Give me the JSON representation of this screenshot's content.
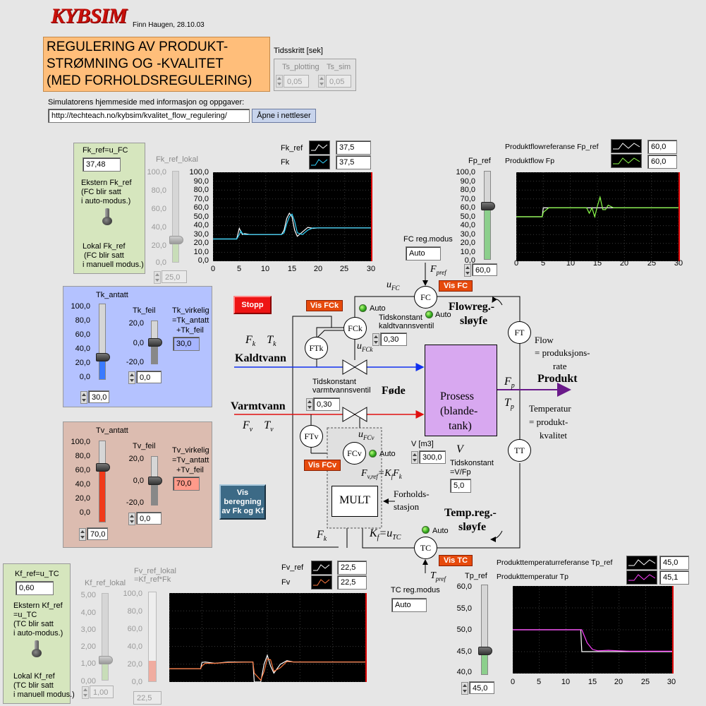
{
  "header": {
    "logo": "KYBSIM",
    "author_date": "Finn Haugen, 28.10.03",
    "title_line1": "REGULERING AV PRODUKT-",
    "title_line2": "STRØMNING OG -KVALITET",
    "title_line3": "(MED FORHOLDSREGULERING)",
    "tidsskritt_label": "Tidsskritt [sek]",
    "ts_plotting_label": "Ts_plotting",
    "ts_plotting_value": "0,05",
    "ts_sim_label": "Ts_sim",
    "ts_sim_value": "0,05",
    "homepage_label": "Simulatorens hjemmeside med informasjon og oppgaver:",
    "url": "http://techteach.no/kybsim/kvalitet_flow_regulering/",
    "open_button": "Åpne i nettleser"
  },
  "fk_panel": {
    "title": "Fk_ref=u_FC",
    "value": "37,48",
    "ext_text1": "Ekstern Fk_ref",
    "ext_text2": "(FC blir satt",
    "ext_text3": "i auto-modus.)",
    "lok_text1": "Lokal Fk_ref",
    "lok_text2": "(FC blir satt",
    "lok_text3": "i manuell modus.)",
    "lokal_label": "Fk_ref_lokal",
    "lokal_value": "25,0",
    "slider_ticks": [
      "100,0",
      "80,0",
      "60,0",
      "40,0",
      "20,0",
      "0,0"
    ]
  },
  "fk_chart": {
    "legend1": "Fk_ref",
    "legend1_value": "37,5",
    "legend2": "Fk",
    "legend2_value": "37,5",
    "yticks": [
      "100,0",
      "90,0",
      "80,0",
      "70,0",
      "60,0",
      "50,0",
      "40,0",
      "30,0",
      "20,0",
      "10,0",
      "0,0"
    ],
    "xticks": [
      "0",
      "5",
      "10",
      "15",
      "20",
      "25",
      "30"
    ]
  },
  "fp_chart": {
    "label": "Fp_ref",
    "legend1": "Produktflowreferanse Fp_ref",
    "legend1_value": "60,0",
    "legend2": "Produktflow Fp",
    "legend2_value": "60,0",
    "yticks": [
      "100,0",
      "90,0",
      "80,0",
      "70,0",
      "60,0",
      "50,0",
      "40,0",
      "30,0",
      "20,0",
      "10,0",
      "0,0"
    ],
    "xticks": [
      "0",
      "5",
      "10",
      "15",
      "20",
      "25",
      "30"
    ],
    "slider_value": "60,0",
    "fc_mode_label": "FC reg.modus",
    "fc_mode_value": "Auto"
  },
  "tk_panel": {
    "antatt_label": "Tk_antatt",
    "antatt_ticks": [
      "100,0",
      "80,0",
      "60,0",
      "40,0",
      "20,0",
      "0,0"
    ],
    "antatt_value": "30,0",
    "feil_label": "Tk_feil",
    "feil_ticks": [
      "20,0",
      "0,0",
      "-20,0"
    ],
    "feil_value": "0,0",
    "virkelig_l1": "Tk_virkelig",
    "virkelig_l2": "=Tk_antatt",
    "virkelig_l3": "+Tk_feil",
    "virkelig_value": "30,0"
  },
  "tv_panel": {
    "antatt_label": "Tv_antatt",
    "antatt_ticks": [
      "100,0",
      "80,0",
      "60,0",
      "40,0",
      "20,0",
      "0,0"
    ],
    "antatt_value": "70,0",
    "feil_label": "Tv_feil",
    "feil_ticks": [
      "20,0",
      "0,0",
      "-20,0"
    ],
    "feil_value": "0,0",
    "virkelig_l1": "Tv_virkelig",
    "virkelig_l2": "=Tv_antatt",
    "virkelig_l3": "+Tv_feil",
    "virkelig_value": "70,0"
  },
  "buttons": {
    "stopp": "Stopp",
    "vis_fc": "Vis FC",
    "vis_fck": "Vis FCk",
    "vis_fcv": "Vis FCv",
    "vis_tc": "Vis TC",
    "vis_beregning_l1": "Vis",
    "vis_beregning_l2": "beregning",
    "vis_beregning_l3": "av Fk og Kf"
  },
  "diagram": {
    "u_fc": "u",
    "u_fc_sub": "FC",
    "f_pref": "F",
    "f_pref_sub": "pref",
    "fc": "FC",
    "fck": "FCk",
    "ftk": "FTk",
    "ftv": "FTv",
    "fcv": "FCv",
    "ft": "FT",
    "tt": "TT",
    "tc": "TC",
    "auto": "Auto",
    "flowreg_l1": "Flowreg.-",
    "flowreg_l2": "sløyfe",
    "tidskonst_kald_l1": "Tidskonstant",
    "tidskonst_kald_l2": "kaldtvannsventil",
    "tidskonst_kald_value": "0,30",
    "tidskonst_varm_l1": "Tidskonstant",
    "tidskonst_varm_l2": "varmtvannsventil",
    "tidskonst_varm_value": "0,30",
    "fk_tk": "F",
    "kaldtvann": "Kaldtvann",
    "varmtvann": "Varmtvann",
    "fode": "Føde",
    "u_fck": "u",
    "u_fck_sub": "FCk",
    "u_fcv": "u",
    "u_fcv_sub": "FCv",
    "prosess_l1": "Prosess",
    "prosess_l2": "(blande-",
    "prosess_l3": "tank)",
    "produkt": "Produkt",
    "flow_l1": "Flow",
    "flow_l2": "= produksjons-",
    "flow_l3": "rate",
    "temp_l1": "Temperatur",
    "temp_l2": "= produkt-",
    "temp_l3": "kvalitet",
    "v_label": "V [m3]",
    "v_value": "300,0",
    "v_sym": "V",
    "tidskonst_v_l1": "Tidskonstant",
    "tidskonst_v_l2": "=V/Fp",
    "tidskonst_v_value": "5,0",
    "fvref": "F",
    "fvref_sub": "v,ref",
    "fvref_rhs": "=K",
    "mult": "MULT",
    "forholds_l1": "Forholds-",
    "forholds_l2": "stasjon",
    "tempreg_l1": "Temp.reg.-",
    "tempreg_l2": "sløyfe",
    "fk_bottom": "F",
    "kf_bottom": "K",
    "t_pref": "T",
    "t_pref_sub": "pref",
    "tc_mode_label": "TC reg.modus",
    "tc_mode_value": "Auto"
  },
  "kf_panel": {
    "title": "Kf_ref=u_TC",
    "value": "0,60",
    "ext_l1": "Ekstern Kf_ref",
    "ext_l2": "=u_TC",
    "ext_l3": "(TC blir satt",
    "ext_l4": "i auto-modus.)",
    "lok_l1": "Lokal Kf_ref",
    "lok_l2": "(TC blir satt",
    "lok_l3": "i manuell modus.)",
    "lokal_label": "Kf_ref_lokal",
    "lokal_ticks": [
      "5,00",
      "4,00",
      "3,00",
      "2,00",
      "1,00",
      "0,00"
    ],
    "lokal_value": "1,00",
    "fv_lokal_l1": "Fv_ref_lokal",
    "fv_lokal_l2": "=Kf_ref*Fk",
    "fv_lokal_ticks": [
      "100,0",
      "80,0",
      "60,0",
      "40,0",
      "20,0",
      "0,0"
    ],
    "fv_lokal_value": "22,5"
  },
  "fv_chart": {
    "legend1": "Fv_ref",
    "legend1_value": "22,5",
    "legend2": "Fv",
    "legend2_value": "22,5"
  },
  "tp_chart": {
    "label": "Tp_ref",
    "legend1": "Produkttemperaturreferanse Tp_ref",
    "legend1_value": "45,0",
    "legend2": "Produkttemperatur Tp",
    "legend2_value": "45,1",
    "yticks": [
      "60,0",
      "55,0",
      "50,0",
      "45,0",
      "40,0"
    ],
    "xticks": [
      "0",
      "5",
      "10",
      "15",
      "20",
      "25",
      "30"
    ],
    "slider_value": "45,0"
  },
  "chart_data": [
    {
      "type": "line",
      "x": [
        0,
        4.5,
        5,
        5.3,
        5.6,
        6,
        7,
        9,
        10,
        12,
        13,
        13.5,
        14,
        14.5,
        15,
        15.5,
        16,
        17,
        18,
        19,
        20,
        22,
        25,
        30
      ],
      "series": [
        {
          "name": "Fk_ref",
          "color": "#ffffff",
          "values": [
            25,
            25,
            37,
            33,
            30,
            31,
            30,
            30,
            30,
            30,
            30,
            35,
            48,
            54,
            50,
            35,
            28,
            33,
            38,
            37,
            37.5,
            37.5,
            37.5,
            37.5
          ]
        },
        {
          "name": "Fk",
          "color": "#33d6ff",
          "values": [
            25,
            25,
            30,
            34,
            31,
            30,
            30,
            30,
            30,
            30,
            30,
            32,
            42,
            50,
            53,
            45,
            32,
            30,
            35,
            37.5,
            37.5,
            37.5,
            37.5,
            37.5
          ]
        }
      ],
      "ylim": [
        0,
        100
      ],
      "xlim": [
        0,
        30
      ]
    },
    {
      "type": "line",
      "x": [
        0,
        4.8,
        5,
        6,
        8,
        13,
        13.5,
        14,
        14.5,
        15,
        15.5,
        16,
        16.5,
        17,
        18,
        19,
        20,
        30
      ],
      "series": [
        {
          "name": "Fp_ref",
          "color": "#ffffff",
          "values": [
            50,
            50,
            60,
            60,
            60,
            60,
            60,
            60,
            60,
            60,
            60,
            60,
            60,
            60,
            60,
            60,
            60,
            60
          ]
        },
        {
          "name": "Fp",
          "color": "#8cff4a",
          "values": [
            50,
            50,
            55,
            60,
            60,
            60,
            54,
            60,
            50,
            62,
            72,
            58,
            58,
            63,
            60,
            60,
            60,
            60
          ]
        }
      ],
      "ylim": [
        0,
        100
      ],
      "xlim": [
        0,
        30
      ]
    },
    {
      "type": "line",
      "x": [
        0,
        4.8,
        5,
        5.5,
        7,
        9,
        12.8,
        13,
        14,
        14.5,
        15,
        15.5,
        16,
        17,
        18,
        19,
        20,
        22,
        25,
        30
      ],
      "series": [
        {
          "name": "Fv_ref",
          "color": "#ffffff",
          "values": [
            15,
            15,
            22,
            22.5,
            21,
            22.5,
            22.5,
            0,
            0,
            20,
            30,
            18,
            10,
            20,
            24,
            22.5,
            22.5,
            22.5,
            22.5,
            22.5
          ]
        },
        {
          "name": "Fv",
          "color": "#ff7a40",
          "values": [
            15,
            15,
            18,
            21,
            21,
            22,
            22.5,
            10,
            2,
            12,
            26,
            25,
            12,
            16,
            23,
            22.5,
            22.5,
            22.5,
            22.5,
            22.5
          ]
        }
      ],
      "ylim": [
        0,
        100
      ],
      "xlim": [
        0,
        30
      ]
    },
    {
      "type": "line",
      "x": [
        0,
        5,
        8,
        10,
        12.8,
        13,
        14,
        15,
        16,
        18,
        20,
        22,
        25,
        30
      ],
      "series": [
        {
          "name": "Tp_ref",
          "color": "#ffffff",
          "values": [
            50,
            50,
            50,
            50,
            50,
            45,
            45,
            45,
            45,
            45,
            45,
            45,
            45,
            45
          ]
        },
        {
          "name": "Tp",
          "color": "#ff40ff",
          "values": [
            50,
            50,
            50,
            50,
            50,
            50,
            47,
            45.5,
            45.2,
            45.3,
            45.2,
            45.1,
            45.1,
            45.1
          ]
        }
      ],
      "ylim": [
        40,
        60
      ],
      "xlim": [
        0,
        30
      ]
    }
  ]
}
